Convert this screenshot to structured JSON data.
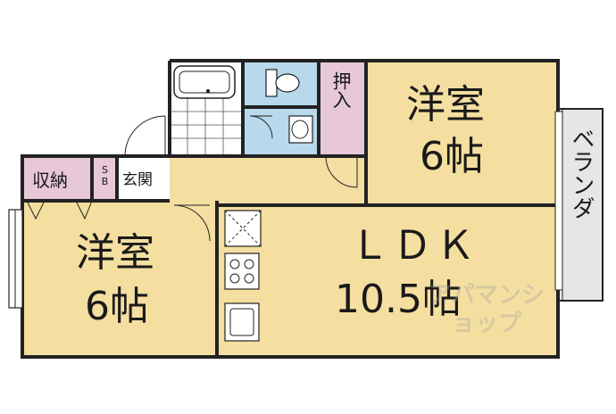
{
  "rooms": {
    "western_room_1": {
      "name": "洋室",
      "size": "6帖"
    },
    "western_room_2": {
      "name": "洋室",
      "size": "6帖"
    },
    "ldk": {
      "name": "ＬＤＫ",
      "size": "10.5帖"
    },
    "oshiire": {
      "name": "押入"
    },
    "storage": {
      "name": "収納"
    },
    "shoe_box": {
      "name": "SB"
    },
    "entrance": {
      "name": "玄関"
    },
    "balcony": {
      "name": "ベランダ"
    }
  },
  "watermark": {
    "text": "アパマンショップ"
  },
  "colors": {
    "room": "#f4dfa0",
    "storage": "#e8c8d8",
    "wet_area": "#b8d8ec",
    "balcony": "#e6e6e6",
    "wall": "#222222",
    "tile_floor": "#ffffff"
  }
}
